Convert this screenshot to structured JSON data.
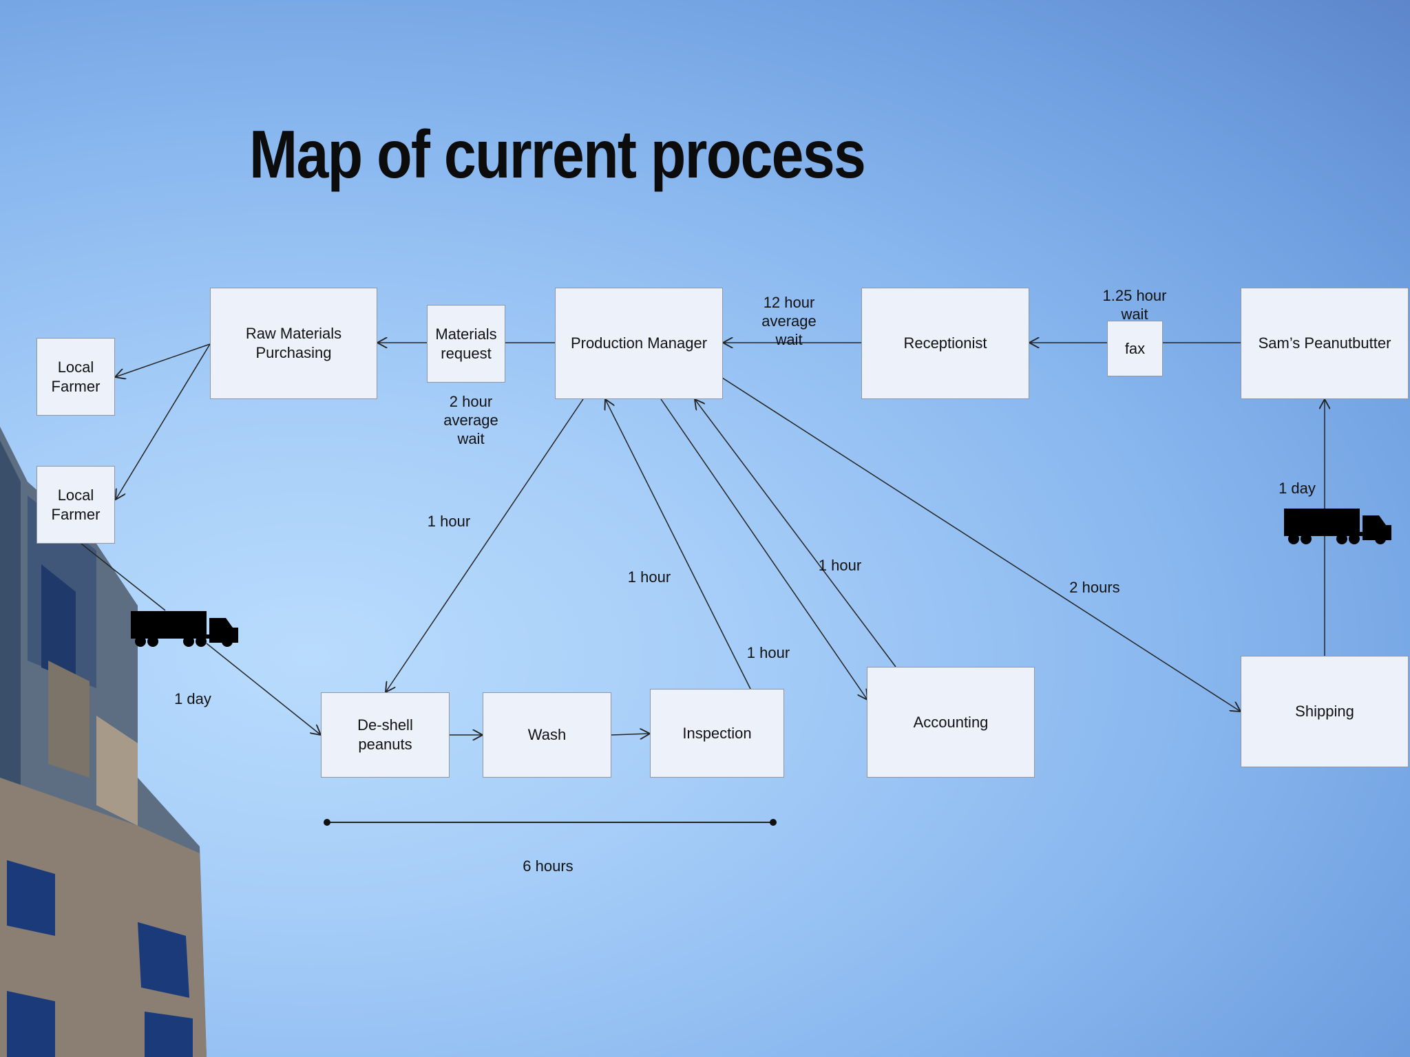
{
  "title": "Map of current process",
  "nodes": {
    "local_farmer_1": "Local\nFarmer",
    "local_farmer_2": "Local\nFarmer",
    "raw_materials": "Raw Materials\nPurchasing",
    "materials_request": "Materials\nrequest",
    "production_manager": "Production Manager",
    "receptionist": "Receptionist",
    "fax": "fax",
    "sams_peanutbutter": "Sam’s Peanutbutter",
    "deshell": "De-shell\npeanuts",
    "wash": "Wash",
    "inspection": "Inspection",
    "accounting": "Accounting",
    "shipping": "Shipping"
  },
  "labels": {
    "wait_2h": "2 hour\naverage\nwait",
    "wait_12h": "12 hour\naverage\nwait",
    "wait_125h": "1.25 hour\nwait",
    "pm_to_deshell": "1 hour",
    "inspection_to_pm_a": "1 hour",
    "inspection_to_pm_b": "1 hour",
    "accounting_to_pm": "1 hour",
    "pm_to_shipping": "2 hours",
    "farmer_truck": "1 day",
    "shipping_truck": "1 day",
    "timeline": "6 hours"
  },
  "icons": [
    "truck-icon",
    "truck-icon"
  ]
}
